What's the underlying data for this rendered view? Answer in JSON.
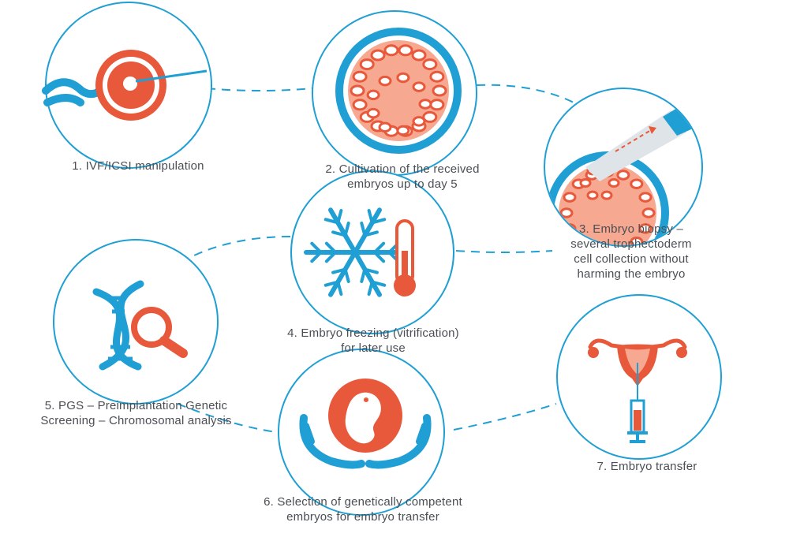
{
  "colors": {
    "accent_blue": "#1f9fd4",
    "accent_orange": "#e8583a",
    "light_orange": "#f6a890",
    "text": "#4a4f55",
    "line": "#1f9fd4"
  },
  "steps": [
    {
      "number": "1.",
      "label": "IVF/ICSI manipulation",
      "icon": "pipette-egg-icon"
    },
    {
      "number": "2.",
      "label": "Cultivation of the received\nembryos up to day 5",
      "icon": "blastocyst-icon"
    },
    {
      "number": "3.",
      "label": "Embryo biopsy –\nseveral trophectoderm\ncell collection without\nharming the embryo",
      "icon": "biopsy-pipette-icon"
    },
    {
      "number": "4.",
      "label": "Embryo freezing (vitrification)\nfor later use",
      "icon": "snowflake-thermometer-icon"
    },
    {
      "number": "5.",
      "label": "PGS – Preimplantation Genetic\nScreening – Chromosomal analysis",
      "icon": "dna-magnifier-icon"
    },
    {
      "number": "6.",
      "label": "Selection of genetically competent\nembryos for embryo transfer",
      "icon": "embryo-hands-icon"
    },
    {
      "number": "7.",
      "label": "Embryo transfer",
      "icon": "uterus-syringe-icon"
    }
  ]
}
